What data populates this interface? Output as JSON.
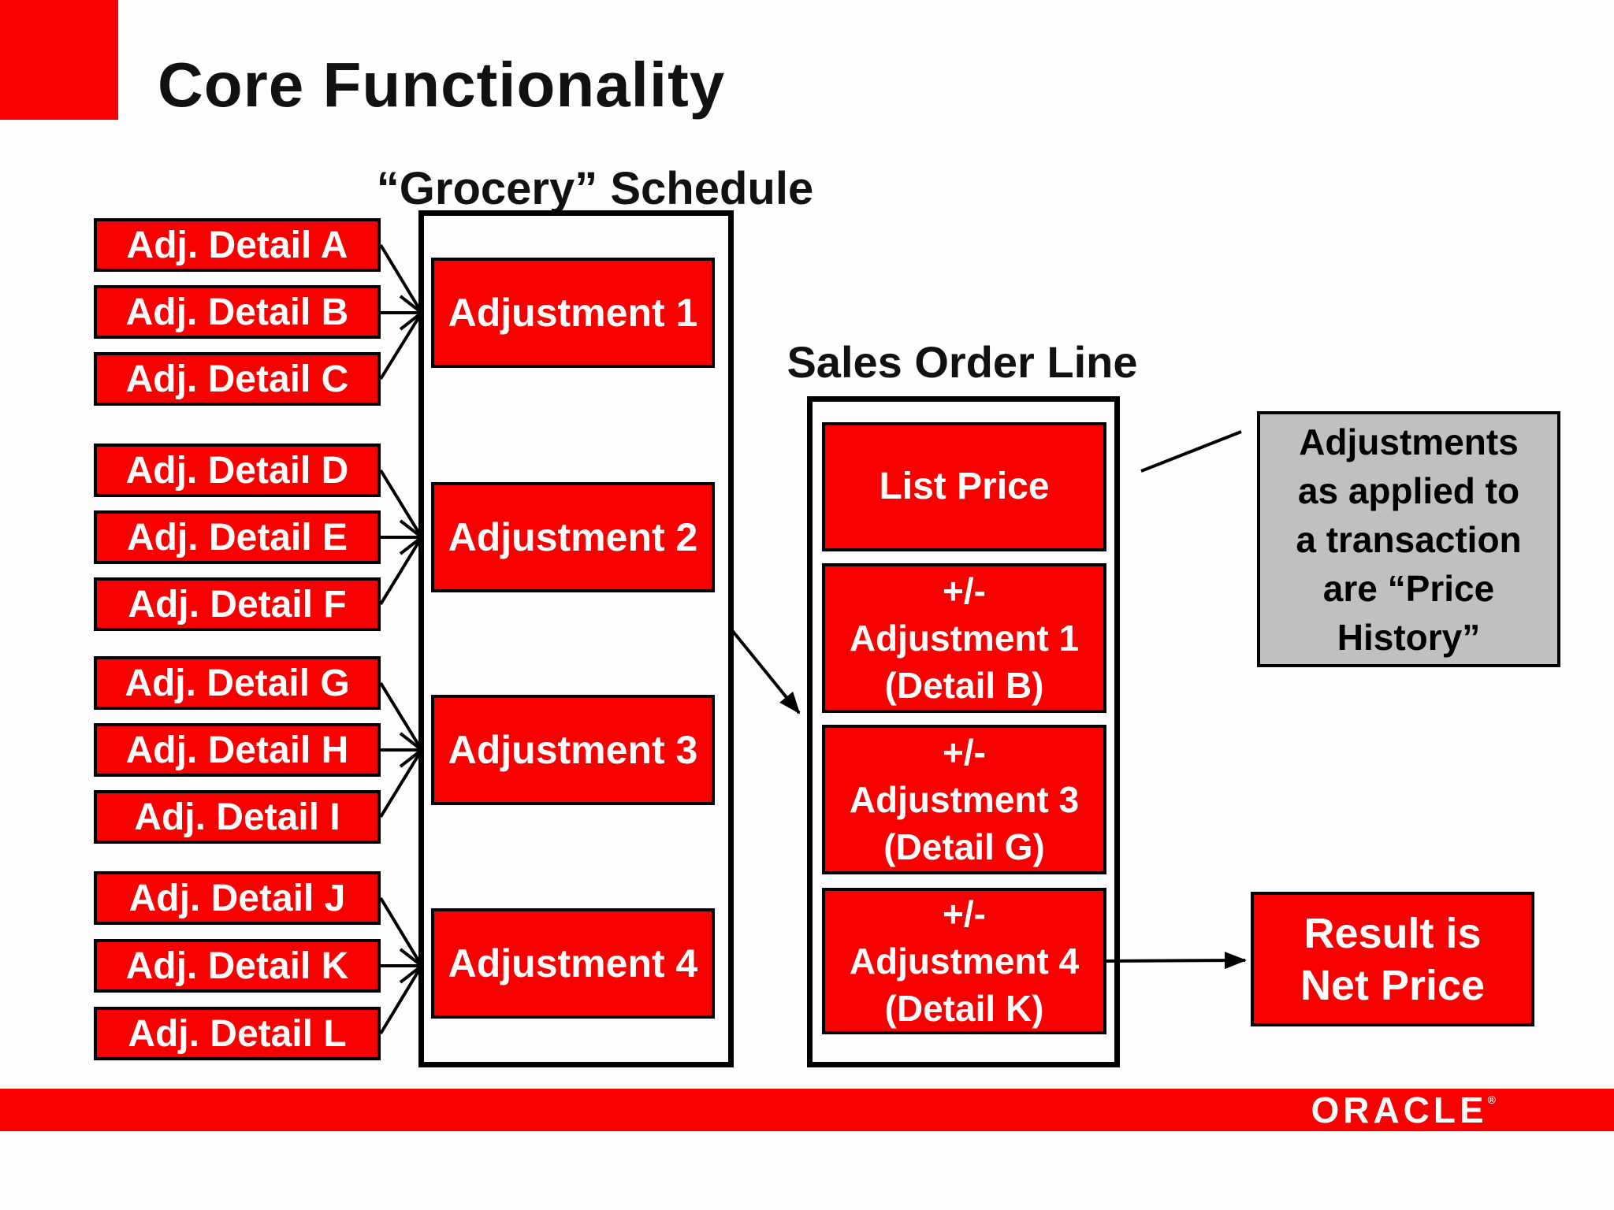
{
  "slide": {
    "title": "Core Functionality"
  },
  "colors": {
    "box_red": "#F80000",
    "bar_red": "#F80000",
    "note_gray": "#C0C0C0",
    "border_black": "#000000"
  },
  "schedule": {
    "label": "“Grocery” Schedule",
    "adjustments": [
      {
        "label": "Adjustment 1",
        "details": [
          "Adj. Detail A",
          "Adj. Detail B",
          "Adj. Detail C"
        ]
      },
      {
        "label": "Adjustment 2",
        "details": [
          "Adj. Detail D",
          "Adj. Detail E",
          "Adj. Detail F"
        ]
      },
      {
        "label": "Adjustment 3",
        "details": [
          "Adj. Detail G",
          "Adj. Detail H",
          "Adj. Detail I"
        ]
      },
      {
        "label": "Adjustment 4",
        "details": [
          "Adj. Detail J",
          "Adj. Detail K",
          "Adj. Detail L"
        ]
      }
    ]
  },
  "left_details": [
    "Adj. Detail A",
    "Adj. Detail B",
    "Adj. Detail C",
    "Adj. Detail D",
    "Adj. Detail E",
    "Adj. Detail F",
    "Adj. Detail G",
    "Adj. Detail H",
    "Adj. Detail I",
    "Adj. Detail J",
    "Adj. Detail K",
    "Adj. Detail L"
  ],
  "sales_order_line": {
    "label": "Sales Order Line",
    "boxes": [
      {
        "lines": [
          "List Price"
        ]
      },
      {
        "lines": [
          "+/-",
          "Adjustment 1",
          "(Detail B)"
        ]
      },
      {
        "lines": [
          "+/-",
          "Adjustment 3",
          "(Detail G)"
        ]
      },
      {
        "lines": [
          "+/-",
          "Adjustment 4",
          "(Detail K)"
        ]
      }
    ]
  },
  "note": {
    "lines": [
      "Adjustments",
      "as applied to",
      "a transaction",
      "are “Price",
      "History”"
    ]
  },
  "result": {
    "lines": [
      "Result is",
      "Net Price"
    ]
  },
  "footer": {
    "logo": "ORACLE",
    "registered": "®"
  }
}
